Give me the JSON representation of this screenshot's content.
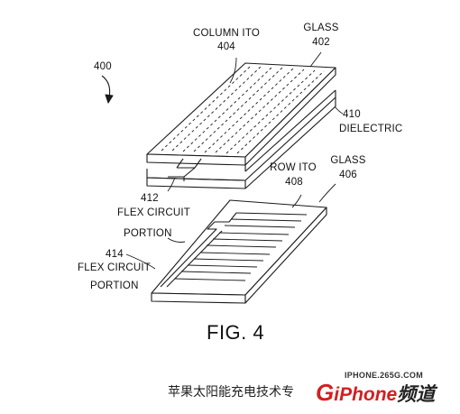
{
  "labels": {
    "ref_400": "400",
    "column_ito": "COLUMN ITO",
    "ref_404": "404",
    "glass_top": "GLASS",
    "ref_402": "402",
    "ref_410": "410",
    "dielectric": "DIELECTRIC",
    "row_ito": "ROW ITO",
    "ref_408": "408",
    "glass_bottom": "GLASS",
    "ref_406": "406",
    "ref_412": "412",
    "flex_circuit_412": "FLEX CIRCUIT",
    "portion_412": "PORTION",
    "ref_414": "414",
    "flex_circuit_414": "FLEX CIRCUIT",
    "portion_414": "PORTION"
  },
  "figure_title": "FIG. 4",
  "caption": "苹果太阳能充电技术专",
  "watermark": {
    "url": "IPHONE.265G.COM",
    "logo_g": "G",
    "logo_text": "iPhone",
    "logo_cn": "频道"
  }
}
